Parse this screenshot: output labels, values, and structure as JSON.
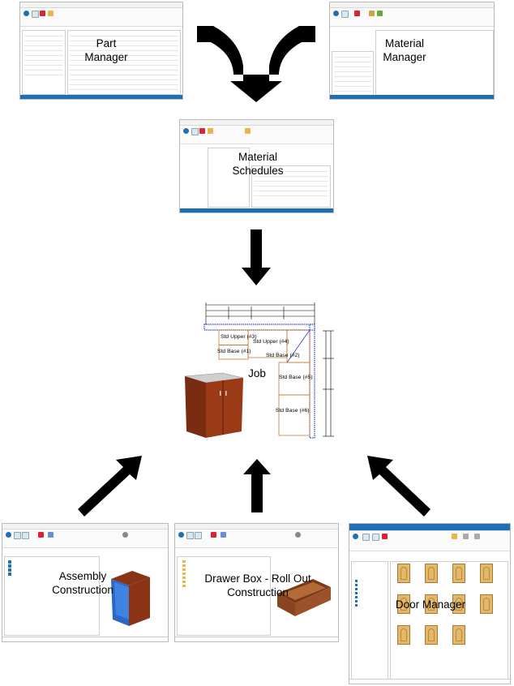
{
  "nodes": {
    "part_manager": "Part\nManager",
    "material_manager": "Material\nManager",
    "material_schedules": "Material\nSchedules",
    "job": "Job",
    "assembly_construction": "Assembly\nConstruction",
    "drawer_box": "Drawer Box - Roll Out\nConstruction",
    "door_manager": "Door Manager"
  },
  "plan_labels": {
    "upper3": "Std Upper (#3)",
    "upper4": "Std Upper (#4)",
    "base1": "Std Base (#1)",
    "base2": "Std Base (#2)",
    "base5": "Std Base (#5)",
    "base6": "Std Base (#6)"
  },
  "colors": {
    "arrow": "#000000",
    "accent": "#1f6fb5",
    "cabinet": "#8a3415",
    "box_blue": "#2b67c6",
    "door_wood": "#e2b96a"
  }
}
